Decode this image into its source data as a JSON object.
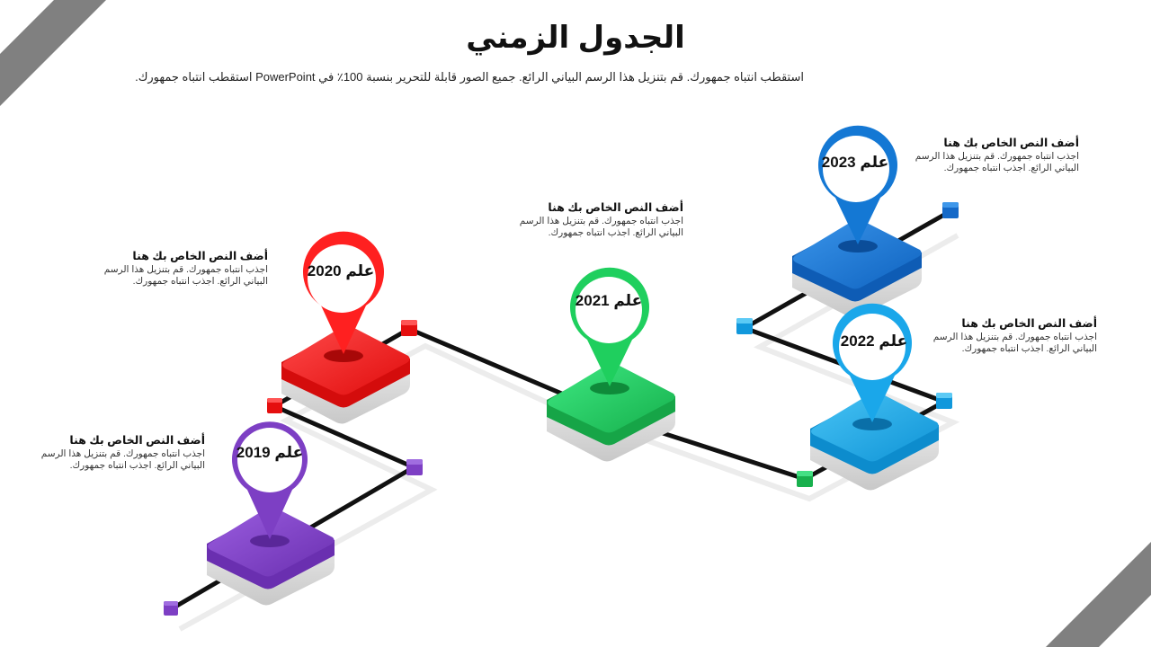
{
  "title": "الجدول الزمني",
  "subtitle": "استقطب انتباه جمهورك. قم بتنزيل هذا الرسم البياني الرائع. جميع الصور قابلة للتحرير بنسبة 100٪ في PowerPoint استقطب انتباه جمهورك.",
  "colors": {
    "stripe": "#808080",
    "line": "#111111",
    "purple": "#7d3fc4",
    "red": "#ff1f1f",
    "green": "#1fcf5e",
    "light_blue": "#1aa7ea",
    "blue": "#1478d4"
  },
  "milestones": [
    {
      "year_label": "علم 2019",
      "color": "purple",
      "heading": "أضف النص الخاص بك هنا",
      "body_line1": "اجذب انتباه جمهورك. قم بتنزيل هذا الرسم",
      "body_line2": "البياني الرائع. اجذب انتباه جمهورك."
    },
    {
      "year_label": "علم 2020",
      "color": "red",
      "heading": "أضف النص الخاص بك هنا",
      "body_line1": "اجذب انتباه جمهورك. قم بتنزيل هذا الرسم",
      "body_line2": "البياني الرائع. اجذب انتباه جمهورك."
    },
    {
      "year_label": "علم 2021",
      "color": "green",
      "heading": "أضف النص الخاص بك هنا",
      "body_line1": "اجذب انتباه جمهورك. قم بتنزيل هذا الرسم",
      "body_line2": "البياني الرائع. اجذب انتباه جمهورك."
    },
    {
      "year_label": "علم 2022",
      "color": "light_blue",
      "heading": "أضف النص الخاص بك هنا",
      "body_line1": "اجذب انتباه جمهورك. قم بتنزيل هذا الرسم",
      "body_line2": "البياني الرائع. اجذب انتباه جمهورك."
    },
    {
      "year_label": "علم 2023",
      "color": "blue",
      "heading": "أضف النص الخاص بك هنا",
      "body_line1": "اجذب انتباه جمهورك. قم بتنزيل هذا الرسم",
      "body_line2": "البياني الرائع. اجذب انتباه جمهورك."
    }
  ]
}
